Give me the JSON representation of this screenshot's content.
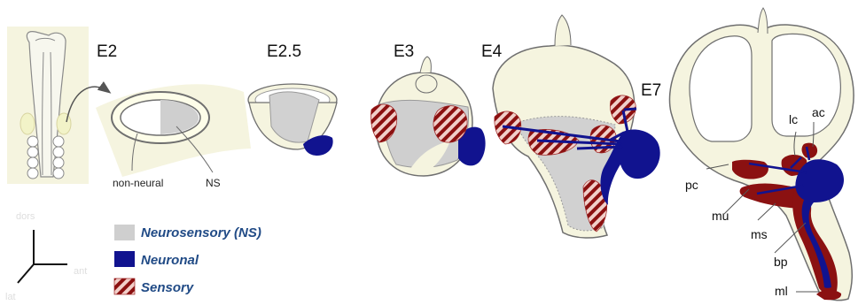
{
  "stages": {
    "e2": "E2",
    "e25": "E2.5",
    "e3": "E3",
    "e4": "E4",
    "e7": "E7"
  },
  "e2_labels": {
    "non_neural": "non-neural",
    "ns": "NS"
  },
  "axes": {
    "dors": "dors",
    "ant": "ant",
    "lat": "lat"
  },
  "legend": [
    {
      "label": "Neurosensory (NS)",
      "pattern": "grey"
    },
    {
      "label": "Neuronal",
      "pattern": "blue"
    },
    {
      "label": "Sensory",
      "pattern": "hatched"
    }
  ],
  "e7_labels": {
    "lc": "lc",
    "ac": "ac",
    "pc": "pc",
    "mu": "mu",
    "ms": "ms",
    "bp": "bp",
    "ml": "ml"
  },
  "colors": {
    "tissue": "#f5f4df",
    "outline": "#6f6f6f",
    "neurosensory": "#cfcfcf",
    "neuronal": "#11138f",
    "sensory": "#8b1111",
    "hatch_light": "#f1cfc9"
  }
}
